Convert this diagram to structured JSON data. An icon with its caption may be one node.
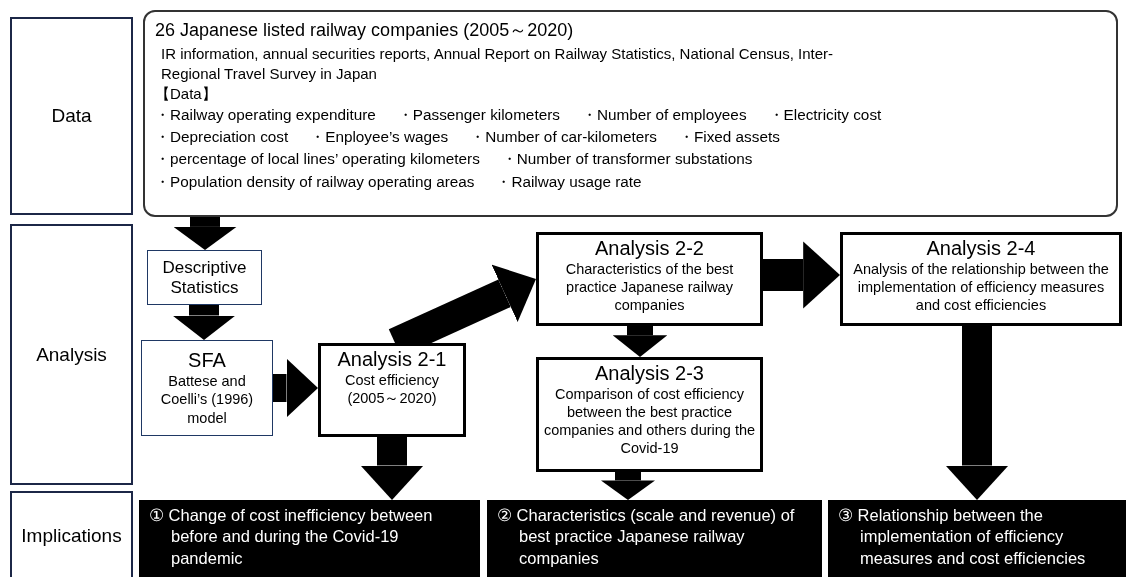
{
  "diagram": {
    "nodes": [
      {
        "text": [
          "Data"
        ]
      },
      {
        "text": [
          "Analysis"
        ]
      },
      {
        "text": [
          "Implications"
        ]
      },
      {
        "text": [
          "26 Japanese listed railway companies (2005～2020)",
          "IR information, annual securities reports, Annual Report on Railway Statistics, National Census, Inter-Regional Travel Survey in Japan",
          "【Data】",
          "・Railway operating expenditure",
          "・Passenger kilometers",
          "・Number of employees",
          "・Electricity cost",
          "・Depreciation cost",
          "・Enployee’s wages",
          "・Number of car-kilometers",
          "・Fixed assets",
          "・percentage of local lines’ operating kilometers",
          "・Number of transformer substations",
          "・Population density of railway operating areas",
          "・Railway usage rate"
        ]
      },
      {
        "text": [
          "Descriptive Statistics"
        ]
      },
      {
        "text": [
          "SFA",
          "Battese and Coelli’s (1996) model"
        ]
      },
      {
        "text": [
          "Analysis 2-1",
          "Cost efficiency (2005～2020)"
        ]
      },
      {
        "text": [
          "Analysis 2-2",
          "Characteristics of the best practice Japanese railway companies"
        ]
      },
      {
        "text": [
          "Analysis 2-3",
          "Comparison of cost efficiency between the best practice companies and others during the Covid-19"
        ]
      },
      {
        "text": [
          "Analysis 2-4",
          "Analysis of the relationship between the implementation of efficiency measures and cost efficiencies"
        ]
      },
      {
        "text": [
          "① Change of cost inefficiency between before and during the Covid-19 pandemic"
        ]
      },
      {
        "text": [
          "② Characteristics (scale and revenue) of best practice Japanese railway companies"
        ]
      },
      {
        "text": [
          "③ Relationship between the implementation of efficiency measures and cost efficiencies"
        ]
      }
    ],
    "edges": [
      {
        "from": 3,
        "to": 4,
        "arrow": "to"
      },
      {
        "from": 4,
        "to": 5,
        "arrow": "to"
      },
      {
        "from": 5,
        "to": 6,
        "arrow": "to"
      },
      {
        "from": 6,
        "to": 7,
        "arrow": "to"
      },
      {
        "from": 7,
        "to": 9,
        "arrow": "to"
      },
      {
        "from": 7,
        "to": 8,
        "arrow": "to"
      },
      {
        "from": 6,
        "to": 10,
        "arrow": "to"
      },
      {
        "from": 8,
        "to": 11,
        "arrow": "to"
      },
      {
        "from": 9,
        "to": 12,
        "arrow": "to"
      }
    ]
  }
}
